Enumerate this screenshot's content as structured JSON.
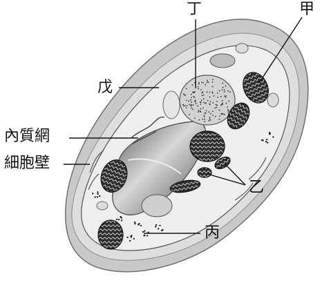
{
  "labels": {
    "ding": "丁",
    "jia": "甲",
    "wu": "戊",
    "er": "內質網",
    "cw": "細胞壁",
    "yi": "乙",
    "bing": "丙"
  },
  "colors": {
    "wall": "#c9c9c9",
    "wall_edge": "#6f6f6f",
    "cytoplasm": "#efefef",
    "vacuole": "#ffffff",
    "chloroplast": "#3a3a3a",
    "nucleus": "#b5b5b5",
    "leader": "#111111"
  }
}
